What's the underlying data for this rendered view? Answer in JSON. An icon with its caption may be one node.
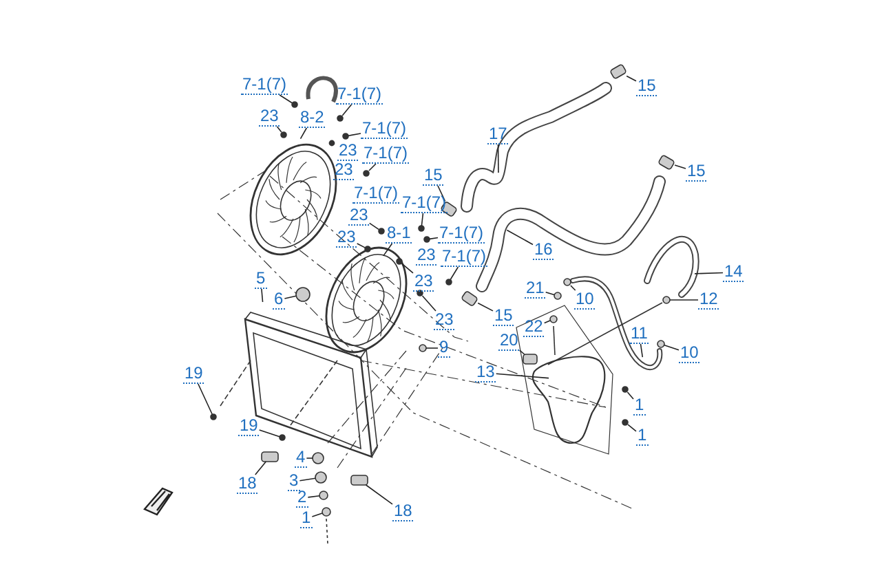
{
  "diagram": {
    "nodes": [
      {
        "text": [
          "7-1(7)"
        ]
      },
      {
        "text": [
          "15"
        ]
      },
      {
        "text": [
          "7-1(7)"
        ]
      },
      {
        "text": [
          "23"
        ]
      },
      {
        "text": [
          "8-2"
        ]
      },
      {
        "text": [
          "7-1(7)"
        ]
      },
      {
        "text": [
          "17"
        ]
      },
      {
        "text": [
          "7-1(7)"
        ]
      },
      {
        "text": [
          "15"
        ]
      },
      {
        "text": [
          "15"
        ]
      },
      {
        "text": [
          "7-1(7)"
        ]
      },
      {
        "text": [
          "23"
        ]
      },
      {
        "text": [
          "8-1"
        ]
      },
      {
        "text": [
          "23"
        ]
      },
      {
        "text": [
          "7-1(7)"
        ]
      },
      {
        "text": [
          "16"
        ]
      },
      {
        "text": [
          "7-1(7)"
        ]
      },
      {
        "text": [
          "14"
        ]
      },
      {
        "text": [
          "23"
        ]
      },
      {
        "text": [
          "5"
        ]
      },
      {
        "text": [
          "21"
        ]
      },
      {
        "text": [
          "10"
        ]
      },
      {
        "text": [
          "12"
        ]
      },
      {
        "text": [
          "6"
        ]
      },
      {
        "text": [
          "15"
        ]
      },
      {
        "text": [
          "23"
        ]
      },
      {
        "text": [
          "22"
        ]
      },
      {
        "text": [
          "11"
        ]
      },
      {
        "text": [
          "20"
        ]
      },
      {
        "text": [
          "9"
        ]
      },
      {
        "text": [
          "10"
        ]
      },
      {
        "text": [
          "13"
        ]
      },
      {
        "text": [
          "19"
        ]
      },
      {
        "text": [
          "1"
        ]
      },
      {
        "text": [
          "19"
        ]
      },
      {
        "text": [
          "1"
        ]
      },
      {
        "text": [
          "4"
        ]
      },
      {
        "text": [
          "3"
        ]
      },
      {
        "text": [
          "18"
        ]
      },
      {
        "text": [
          "2"
        ]
      },
      {
        "text": [
          "18"
        ]
      },
      {
        "text": [
          "1"
        ]
      },
      {
        "text": [],
        "shape": "circle"
      },
      {
        "text": [],
        "shape": "box"
      },
      {
        "text": [],
        "shape": "circle"
      },
      {
        "text": [],
        "shape": "circle"
      },
      {
        "text": [],
        "shape": "circle"
      },
      {
        "text": [],
        "shape": "circle"
      },
      {
        "text": [],
        "shape": "box"
      },
      {
        "text": [],
        "shape": "box"
      },
      {
        "text": [],
        "shape": "circle"
      },
      {
        "text": [],
        "shape": "circle"
      },
      {
        "text": [],
        "shape": "circle"
      },
      {
        "text": [],
        "shape": "circle"
      },
      {
        "text": [],
        "shape": "circle"
      },
      {
        "text": [],
        "shape": "circle"
      },
      {
        "text": [],
        "shape": "circle"
      },
      {
        "text": [],
        "shape": "circle"
      },
      {
        "text": [],
        "shape": "circle"
      },
      {
        "text": [],
        "shape": "circle"
      },
      {
        "text": [],
        "shape": "box"
      },
      {
        "text": [],
        "shape": "circle"
      },
      {
        "text": [],
        "shape": "circle"
      },
      {
        "text": [],
        "shape": "box"
      },
      {
        "text": [],
        "shape": "circle"
      },
      {
        "text": [],
        "shape": "circle"
      },
      {
        "text": [],
        "shape": "circle"
      },
      {
        "text": [],
        "shape": "circle"
      },
      {
        "text": [],
        "shape": "circle"
      },
      {
        "text": [],
        "shape": "circle"
      },
      {
        "text": [],
        "shape": "circle"
      },
      {
        "text": [],
        "shape": "circle"
      },
      {
        "text": [],
        "shape": "box"
      },
      {
        "text": [],
        "shape": "circle"
      },
      {
        "text": [],
        "shape": "box"
      },
      {
        "text": [],
        "shape": "circle"
      }
    ],
    "edges": [
      {
        "from": 0,
        "to": 42,
        "arrow": "none"
      },
      {
        "from": 1,
        "to": 43,
        "arrow": "none"
      },
      {
        "from": 2,
        "to": 44,
        "arrow": "none"
      },
      {
        "from": 3,
        "to": 45,
        "arrow": "none"
      },
      {
        "from": 4,
        "to": null,
        "arrow": "none"
      },
      {
        "from": 5,
        "to": 46,
        "arrow": "none"
      },
      {
        "from": 6,
        "to": null,
        "arrow": "none"
      },
      {
        "from": 7,
        "to": 47,
        "arrow": "none"
      },
      {
        "from": 8,
        "to": 48,
        "arrow": "none"
      },
      {
        "from": 9,
        "to": 49,
        "arrow": "none"
      },
      {
        "from": 10,
        "to": 50,
        "arrow": "none"
      },
      {
        "from": 11,
        "to": 51,
        "arrow": "none"
      },
      {
        "from": 12,
        "to": null,
        "arrow": "none"
      },
      {
        "from": 13,
        "to": 52,
        "arrow": "none"
      },
      {
        "from": 14,
        "to": 53,
        "arrow": "none"
      },
      {
        "from": 15,
        "to": null,
        "arrow": "none"
      },
      {
        "from": 16,
        "to": 54,
        "arrow": "none"
      },
      {
        "from": 17,
        "to": null,
        "arrow": "none"
      },
      {
        "from": 18,
        "to": 55,
        "arrow": "none"
      },
      {
        "from": 19,
        "to": null,
        "arrow": "none"
      },
      {
        "from": 20,
        "to": 56,
        "arrow": "none"
      },
      {
        "from": 21,
        "to": 57,
        "arrow": "none"
      },
      {
        "from": 22,
        "to": 58,
        "arrow": "none"
      },
      {
        "from": 23,
        "to": 59,
        "arrow": "none"
      },
      {
        "from": 24,
        "to": 60,
        "arrow": "none"
      },
      {
        "from": 25,
        "to": 61,
        "arrow": "none"
      },
      {
        "from": 26,
        "to": 62,
        "arrow": "none"
      },
      {
        "from": 27,
        "to": null,
        "arrow": "none"
      },
      {
        "from": 28,
        "to": 63,
        "arrow": "none"
      },
      {
        "from": 29,
        "to": 64,
        "arrow": "none"
      },
      {
        "from": 30,
        "to": 65,
        "arrow": "none"
      },
      {
        "from": 31,
        "to": null,
        "arrow": "none"
      },
      {
        "from": 32,
        "to": 66,
        "arrow": "none"
      },
      {
        "from": 33,
        "to": 67,
        "arrow": "none"
      },
      {
        "from": 34,
        "to": 68,
        "arrow": "none"
      },
      {
        "from": 35,
        "to": 69,
        "arrow": "none"
      },
      {
        "from": 36,
        "to": 70,
        "arrow": "none"
      },
      {
        "from": 37,
        "to": 71,
        "arrow": "none"
      },
      {
        "from": 38,
        "to": 72,
        "arrow": "none"
      },
      {
        "from": 39,
        "to": 73,
        "arrow": "none"
      },
      {
        "from": 40,
        "to": 74,
        "arrow": "none"
      },
      {
        "from": 41,
        "to": 75,
        "arrow": "none"
      }
    ],
    "labels": [
      "23",
      "23",
      "7-1(7)",
      "23"
    ]
  }
}
